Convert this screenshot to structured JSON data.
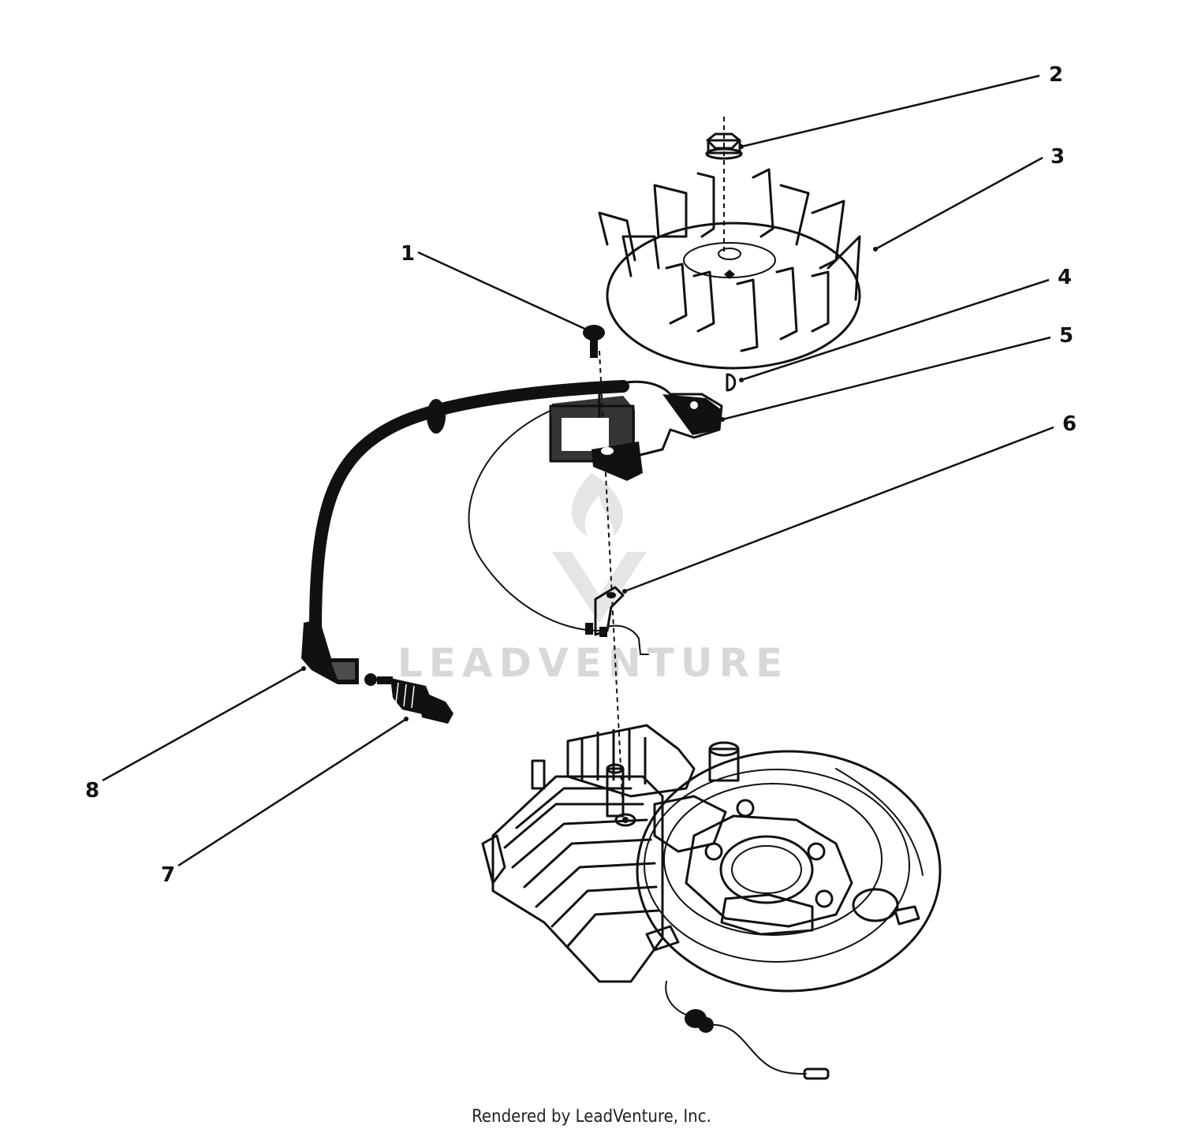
{
  "callouts": {
    "c1": "1",
    "c2": "2",
    "c3": "3",
    "c4": "4",
    "c5": "5",
    "c6": "6",
    "c7": "7",
    "c8": "8"
  },
  "watermark": "LEADVENTURE",
  "footer": "Rendered by LeadVenture, Inc."
}
